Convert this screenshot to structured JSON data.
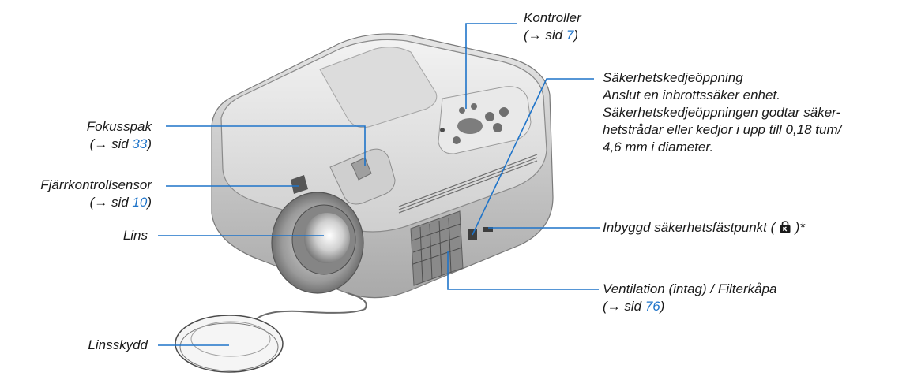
{
  "colors": {
    "leader_line": "#1f74c9",
    "page_link": "#1f74c9",
    "text": "#1a1a1a"
  },
  "callouts": {
    "kontroller": {
      "title": "Kontroller",
      "ref_prefix": "(→ sid ",
      "page": "7",
      "ref_suffix": ")"
    },
    "fokusspak": {
      "title": "Fokusspak",
      "ref_prefix": "(→ sid ",
      "page": "33",
      "ref_suffix": ")"
    },
    "fjarrkontrollsensor": {
      "title": "Fjärrkontrollsensor",
      "ref_prefix": "(→ sid ",
      "page": "10",
      "ref_suffix": ")"
    },
    "lins": {
      "title": "Lins"
    },
    "linsskydd": {
      "title": "Linsskydd"
    },
    "sakerhetskedja": {
      "lines": [
        "Säkerhetskedjeöppning",
        "Anslut en inbrottssäker enhet.",
        "Säkerhetskedjeöppningen godtar säker-",
        "hetstrådar eller kedjor i upp till 0,18 tum/",
        "4,6 mm i diameter."
      ]
    },
    "sakerhetsfastpunkt": {
      "title_prefix": "Inbyggd säkerhetsfästpunkt (",
      "icon": "kensington-lock-icon",
      "title_suffix": ")*"
    },
    "ventilation": {
      "title": "Ventilation (intag) / Filterkåpa",
      "ref_prefix": "(→ sid ",
      "page": "76",
      "ref_suffix": ")"
    }
  }
}
